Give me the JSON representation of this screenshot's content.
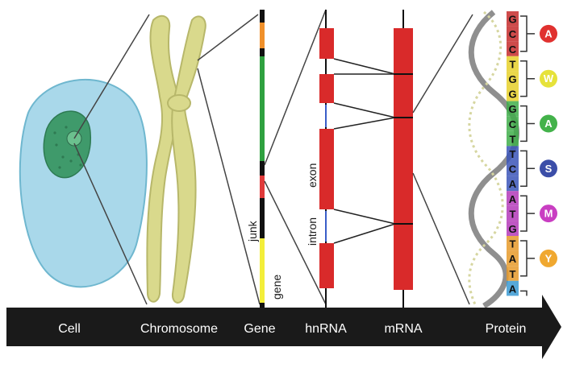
{
  "stages": [
    {
      "label": "Cell"
    },
    {
      "label": "Chromosome"
    },
    {
      "label": "Gene"
    },
    {
      "label": "hnRNA"
    },
    {
      "label": "mRNA"
    },
    {
      "label": "Protein"
    }
  ],
  "gene_labels": {
    "junk": "junk",
    "gene": "gene"
  },
  "hnrna_labels": {
    "exon": "exon",
    "intron": "intron"
  },
  "bases": [
    "G",
    "C",
    "C",
    "T",
    "G",
    "G",
    "G",
    "C",
    "T",
    "T",
    "C",
    "A",
    "A",
    "T",
    "G",
    "T",
    "A",
    "T",
    "A"
  ],
  "amino_acids": [
    {
      "letter": "A",
      "color": "#e0312f"
    },
    {
      "letter": "W",
      "color": "#e6e23a"
    },
    {
      "letter": "A",
      "color": "#43b24a"
    },
    {
      "letter": "S",
      "color": "#3b4ea8"
    },
    {
      "letter": "M",
      "color": "#c93ec2"
    },
    {
      "letter": "Y",
      "color": "#f0a830"
    }
  ],
  "colors": {
    "exon": "#d92a2a",
    "arrow": "#1a1a1a",
    "chromosome": "#d8d88a",
    "cell": "#9fd3e6",
    "nucleus": "#3d9a6a"
  }
}
